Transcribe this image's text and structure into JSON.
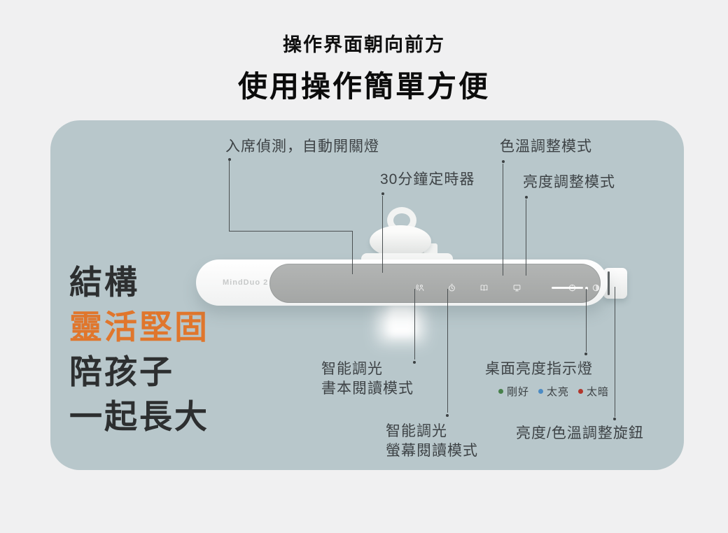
{
  "header": {
    "subtitle": "操作界面朝向前方",
    "title": "使用操作簡單方便"
  },
  "panel": {
    "bg_color": "#b8c7cb",
    "headline": {
      "line1": "結構",
      "line2": "靈活堅固",
      "line3": "陪孩子",
      "line4": "一起長大",
      "accent_color": "#e0762c"
    },
    "product": {
      "logo": "MindDuo 2",
      "icons": [
        "presence-sensor-icon",
        "timer-icon",
        "book-mode-icon",
        "screen-mode-icon",
        "brightness-icon",
        "color-temp-icon"
      ]
    },
    "callouts": {
      "seat_detection": "入席偵測，自動開關燈",
      "timer": "30分鐘定時器",
      "color_temp_mode": "色溫調整模式",
      "brightness_mode": "亮度調整模式",
      "book_mode_line1": "智能調光",
      "book_mode_line2": "書本閱讀模式",
      "desk_indicator": "桌面亮度指示燈",
      "screen_mode_line1": "智能調光",
      "screen_mode_line2": "螢幕閱讀模式",
      "knob": "亮度/色溫調整旋鈕"
    },
    "legend": {
      "items": [
        {
          "label": "剛好",
          "color": "#47804a"
        },
        {
          "label": "太亮",
          "color": "#4b8bc4"
        },
        {
          "label": "太暗",
          "color": "#b2362c"
        }
      ]
    }
  }
}
